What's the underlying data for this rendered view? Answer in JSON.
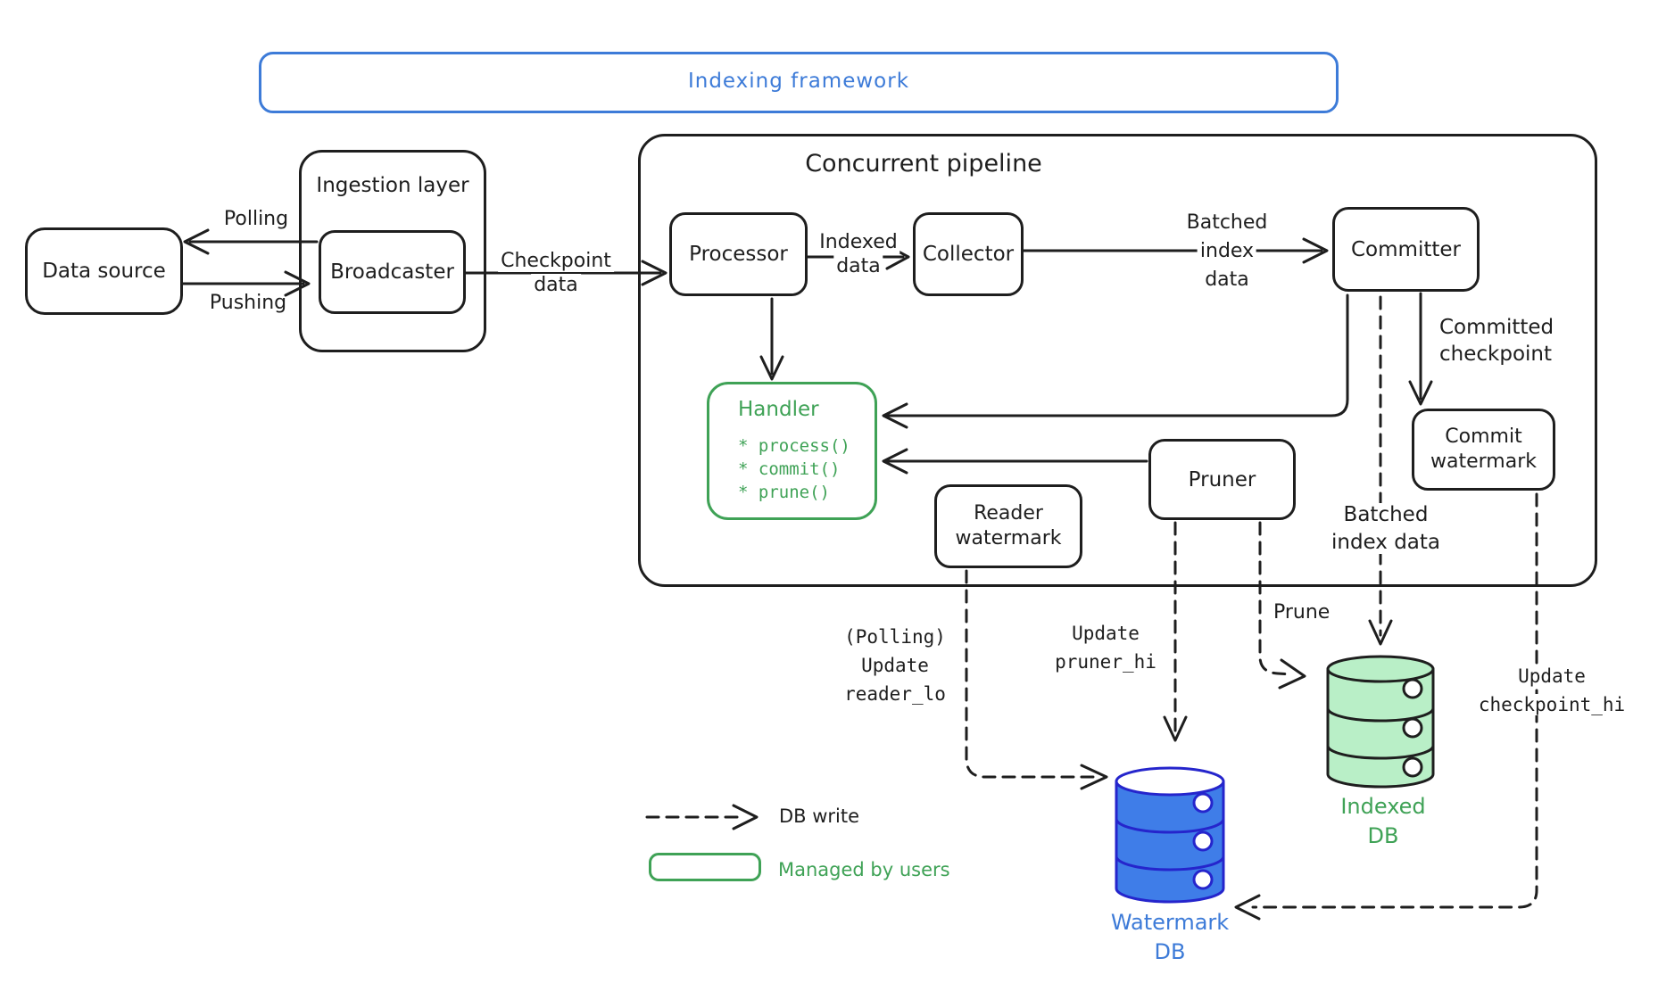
{
  "banner": {
    "title": "Indexing framework"
  },
  "data_source": {
    "label": "Data source"
  },
  "ingestion": {
    "title": "Ingestion layer",
    "broadcaster": "Broadcaster"
  },
  "pipeline": {
    "title": "Concurrent pipeline"
  },
  "nodes": {
    "processor": "Processor",
    "collector": "Collector",
    "committer": "Committer",
    "pruner": "Pruner",
    "reader_watermark": {
      "line1": "Reader",
      "line2": "watermark"
    },
    "commit_watermark": {
      "line1": "Commit",
      "line2": "watermark"
    },
    "handler": {
      "title": "Handler",
      "methods": [
        "* process()",
        "* commit()",
        "* prune()"
      ]
    }
  },
  "edge_labels": {
    "polling": "Polling",
    "pushing": "Pushing",
    "checkpoint": {
      "line1": "Checkpoint",
      "line2": "data"
    },
    "indexed": {
      "line1": "Indexed",
      "line2": "data"
    },
    "batched_top": {
      "line1": "Batched",
      "line2": "index",
      "line3": "data"
    },
    "committed": {
      "line1": "Committed",
      "line2": "checkpoint"
    },
    "batched_bottom": {
      "line1": "Batched",
      "line2": "index data"
    },
    "prune": "Prune",
    "update_reader": {
      "line1": "(Polling)",
      "line2": "Update",
      "line3": "reader_lo"
    },
    "update_pruner": {
      "line1": "Update",
      "line2": "pruner_hi"
    },
    "update_checkpoint": {
      "line1": "Update",
      "line2": "checkpoint_hi"
    }
  },
  "databases": {
    "watermark": {
      "line1": "Watermark",
      "line2": "DB"
    },
    "indexed": {
      "line1": "Indexed",
      "line2": "DB"
    }
  },
  "legend": {
    "db_write": "DB write",
    "managed": "Managed by users"
  },
  "colors": {
    "ink": "#1e1e1e",
    "blue": "#3d7bd8",
    "blue_cylinder_fill": "#3f7de8",
    "blue_cylinder_stroke": "#2525cc",
    "green": "#3fa256",
    "green_cylinder_fill": "#b9efc7"
  }
}
